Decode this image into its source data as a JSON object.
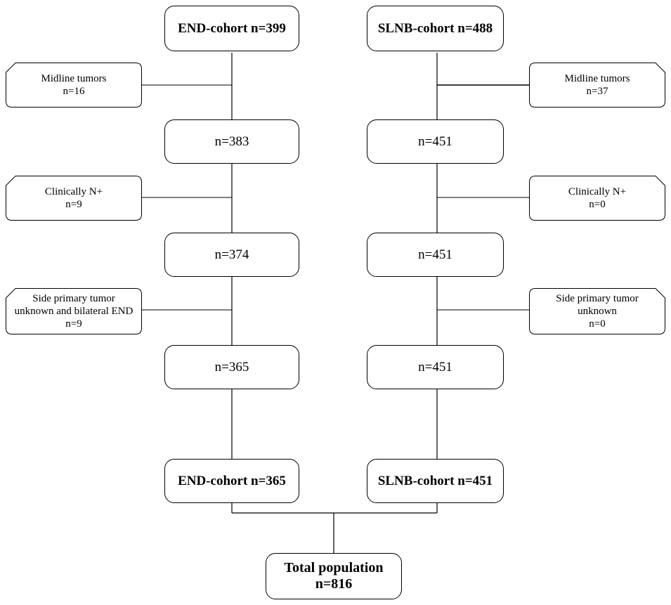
{
  "left": {
    "start": "END-cohort n=399",
    "steps": [
      "n=383",
      "n=374",
      "n=365"
    ],
    "final": "END-cohort n=365",
    "exclusions": [
      {
        "lines": [
          "Midline tumors",
          "n=16"
        ]
      },
      {
        "lines": [
          "Clinically N+",
          "n=9"
        ]
      },
      {
        "lines": [
          "Side primary tumor",
          "unknown and bilateral END",
          "n=9"
        ]
      }
    ]
  },
  "right": {
    "start": "SLNB-cohort n=488",
    "steps": [
      "n=451",
      "n=451",
      "n=451"
    ],
    "final": "SLNB-cohort n=451",
    "exclusions": [
      {
        "lines": [
          "Midline tumors",
          "n=37"
        ]
      },
      {
        "lines": [
          "Clinically N+",
          "n=0"
        ]
      },
      {
        "lines": [
          "Side primary tumor",
          "unknown",
          "n=0"
        ]
      }
    ]
  },
  "total": {
    "line1": "Total population",
    "line2": "n=816"
  },
  "colors": {
    "stroke": "#000000",
    "fill": "#ffffff"
  }
}
